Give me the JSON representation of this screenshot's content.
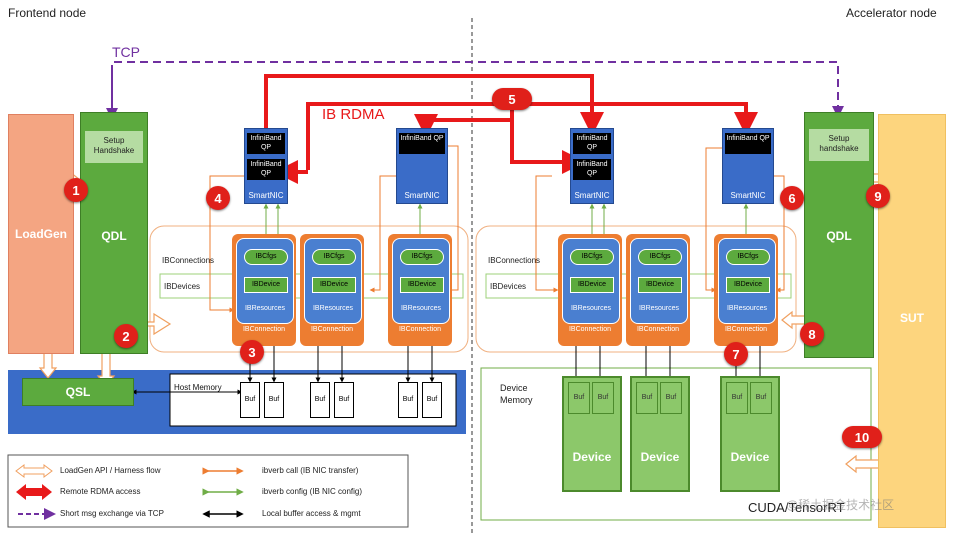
{
  "headers": {
    "frontend": "Frontend node",
    "accelerator": "Accelerator node"
  },
  "protocols": {
    "tcp": "TCP",
    "ib_rdma": "IB RDMA"
  },
  "left": {
    "loadgen": "LoadGen",
    "qdl": "QDL",
    "setup": "Setup Handshake",
    "qsl": "QSL",
    "host_memory": "Host Memory",
    "ibconnections": "IBConnections",
    "ibdevices": "IBDevices"
  },
  "right": {
    "sut": "SUT",
    "qdl": "QDL",
    "setup": "Setup handshake",
    "device_memory": "Device Memory",
    "ibconnections": "IBConnections",
    "ibdevices": "IBDevices",
    "device": "Device",
    "cuda": "CUDA/TensorRT"
  },
  "nic": {
    "qp": "InfiniBand QP",
    "smartnic": "SmartNIC"
  },
  "ibconn": {
    "cfgs": "IBCfgs",
    "device": "IBDevice",
    "resources": "IBResources",
    "connection": "IBConnection"
  },
  "buf": "Buf",
  "badges": [
    "1",
    "2",
    "3",
    "4",
    "5",
    "6",
    "7",
    "8",
    "9",
    "10"
  ],
  "legend": {
    "loadgen_api": "LoadGen API / Harness flow",
    "remote_rdma": "Remote RDMA access",
    "short_msg": "Short msg exchange via TCP",
    "ibverb_call": "ibverb call (IB NIC transfer)",
    "ibverb_config": "ibverb config (IB NIC config)",
    "local_buffer": "Local buffer access & mgmt"
  },
  "watermark": "@稀土掘金技术社区",
  "colors": {
    "rdma_red": "#e8191a",
    "tcp_purple": "#7030a0",
    "ibverb_orange": "#ed7d31",
    "config_green": "#70ad47",
    "qdl_green": "#5caa3e",
    "loadgen_salmon": "#f4a582",
    "sut_yellow": "#fdd57e",
    "host_blue": "#3a6cc8"
  }
}
